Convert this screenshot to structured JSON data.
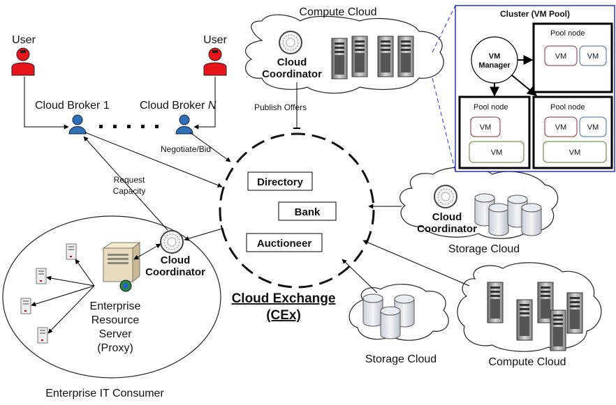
{
  "labels": {
    "user1": "User",
    "userN": "User",
    "broker1": "Cloud Broker 1",
    "brokerN_prefix": "Cloud Broker ",
    "brokerN_suffix": "N",
    "negotiate": "Negotiate/Bid",
    "request1": "Request",
    "request2": "Capacity",
    "publish": "Publish Offers",
    "compute_top_title": "Compute Cloud",
    "coord_word1": "Cloud",
    "coord_word2": "Coordinator",
    "directory": "Directory",
    "bank": "Bank",
    "auctioneer": "Auctioneer",
    "cex1": "Cloud Exchange",
    "cex2": "(CEx)",
    "storage_right": "Storage Cloud",
    "storage_bottom": "Storage Cloud",
    "compute_bottom": "Compute Cloud",
    "ers1": "Enterprise",
    "ers2": "Resource",
    "ers3": "Server",
    "ers4": "(Proxy)",
    "enterprise_consumer": "Enterprise IT Consumer",
    "cluster_title": "Cluster (VM Pool)",
    "vm_manager1": "VM",
    "vm_manager2": "Manager",
    "pool_node": "Pool node",
    "vm": "VM"
  },
  "colors": {
    "user_red": "#e8141c",
    "broker_blue": "#2f6fb8",
    "cluster_border_blue": "#2233cc",
    "vm_red": "#8a2b3a",
    "vm_blue": "#3a6fa8",
    "vm_green": "#5a7a2a"
  }
}
